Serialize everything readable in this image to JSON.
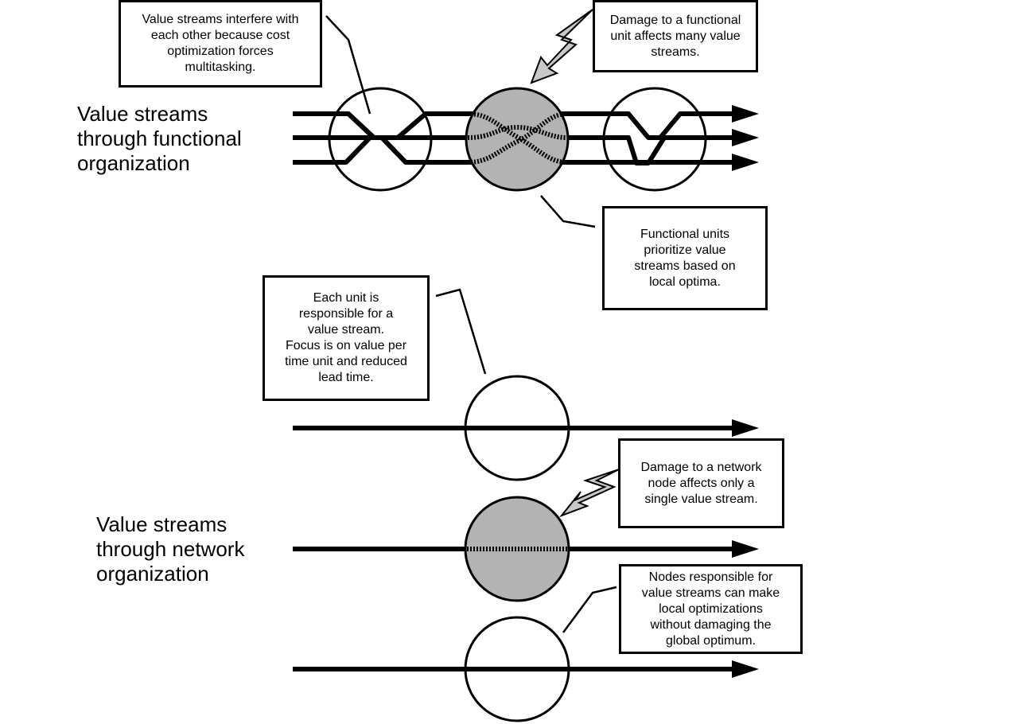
{
  "labels": {
    "functional_section": "Value streams\nthrough functional\norganization",
    "network_section": "Value streams\nthrough network\norganization"
  },
  "callouts": {
    "interfere": "Value streams interfere with\neach other because cost\noptimization forces\nmultitasking.",
    "damage_functional": "Damage to a functional\nunit affects many value\nstreams.",
    "prioritize": "Functional units\nprioritize value\nstreams based on\nlocal optima.",
    "each_unit": "Each unit is\nresponsible for a\nvalue stream.\nFocus is on value per\ntime unit and reduced\nlead time.",
    "damage_network": "Damage to a network\nnode affects only a\nsingle value stream.",
    "nodes_local": "Nodes responsible for\nvalue streams can make\nlocal optimizations\nwithout damaging the\nglobal optimum."
  },
  "colors": {
    "damaged_fill": "#b3b3b3",
    "line": "#000000",
    "lightning_fill": "#c8c8c8"
  }
}
